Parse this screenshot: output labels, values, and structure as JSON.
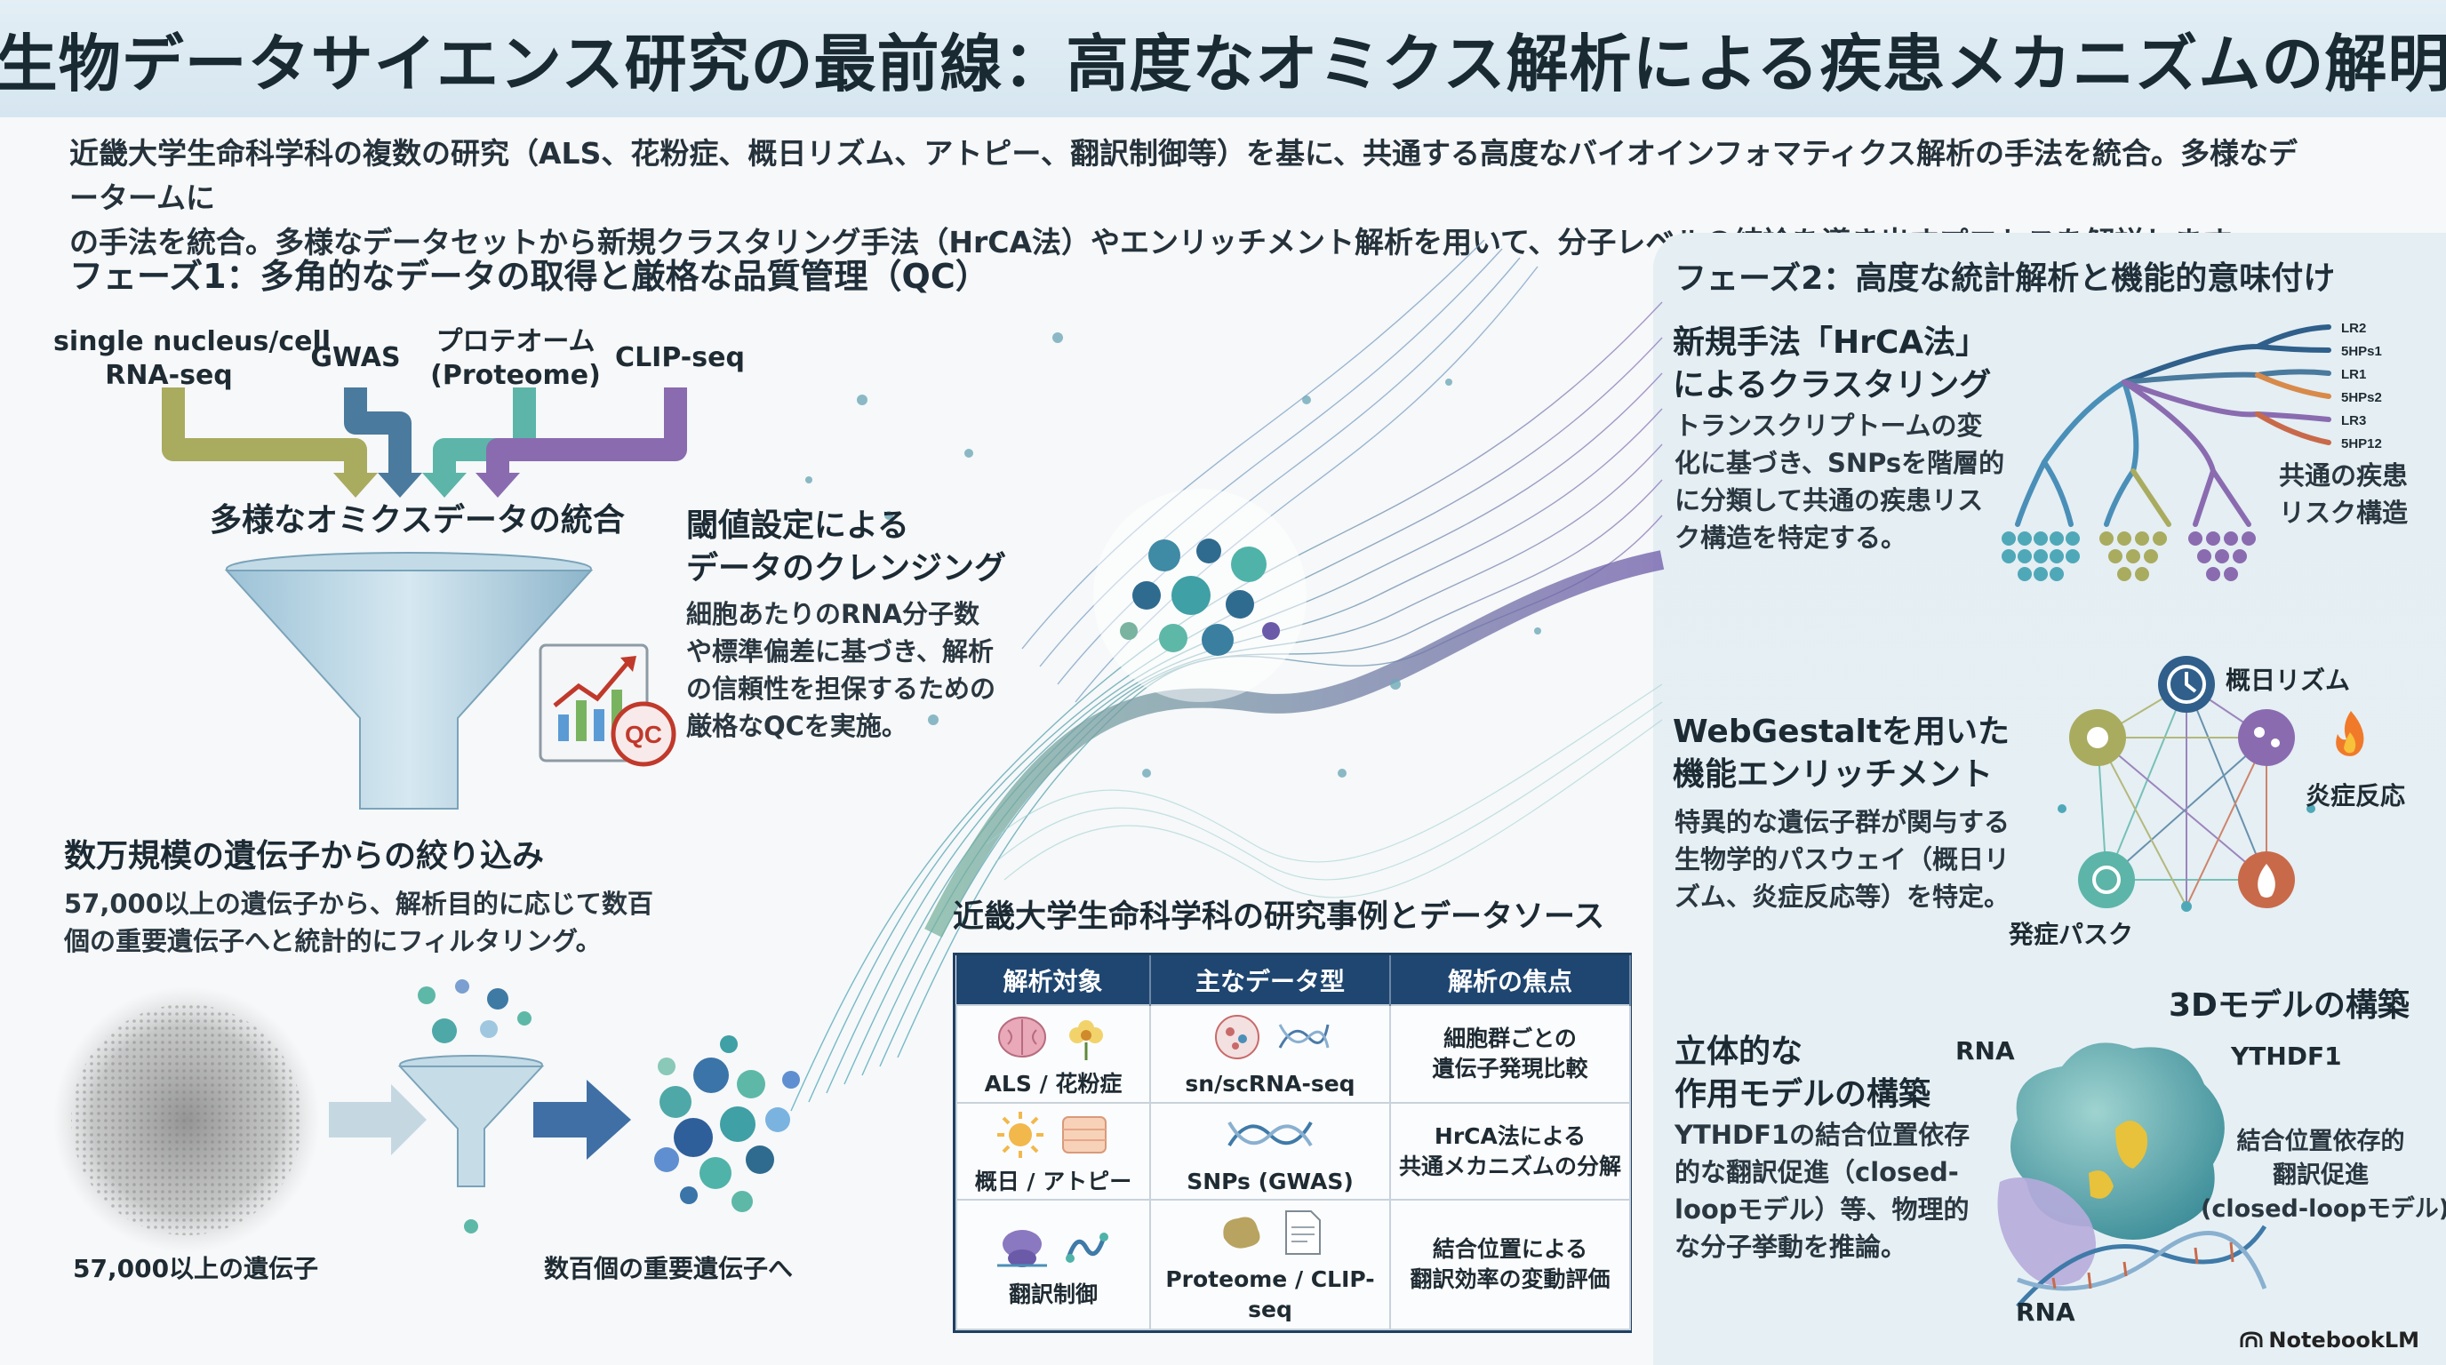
{
  "title": "生物データサイエンス研究の最前線：高度なオミクス解析による疾患メカニズムの解明",
  "intro": {
    "line1": "近畿大学生命科学科の複数の研究（ALS、花粉症、概日リズム、アトピー、翻訳制御等）を基に、共通する高度なバイオインフォマティクス解析の手法を統合。多様なデータームに",
    "line2": "の手法を統合。多様なデータセットから新規クラスタリング手法（HrCA法）やエンリッチメント解析を用いて、分子レベルの結論を導き出すプロセスを解説します。"
  },
  "phase1": {
    "heading": "フェーズ1：多角的なデータの取得と厳格な品質管理（QC）",
    "sources": [
      {
        "line1": "single nucleus/cell",
        "line2": "RNA-seq"
      },
      {
        "line1": "GWAS",
        "line2": ""
      },
      {
        "line1": "プロテオーム",
        "line2": "(Proteome)"
      },
      {
        "line1": "CLIP-seq",
        "line2": ""
      }
    ],
    "funnel_label": "多様なオミクスデータの統合",
    "qc_badge": "QC",
    "cleansing": {
      "heading_line1": "閾値設定による",
      "heading_line2": "データのクレンジング",
      "body": [
        "細胞あたりのRNA分子数",
        "や標準偏差に基づき、解析",
        "の信頼性を担保するための",
        "厳格なQCを実施。"
      ]
    },
    "narrowing": {
      "heading": "数万規模の遺伝子からの絞り込み",
      "body": [
        "57,000以上の遺伝子から、解析目的に応じて数百",
        "個の重要遺伝子へと統計的にフィルタリング。"
      ]
    },
    "label_many": "57,000以上の遺伝子",
    "label_few": "数百個の重要遺伝子へ"
  },
  "table": {
    "title": "近畿大学生命科学科の研究事例とデータソース",
    "headers": [
      "解析対象",
      "主なデータ型",
      "解析の焦点"
    ],
    "rows": [
      {
        "target": "ALS / 花粉症",
        "data": "sn/scRNA-seq",
        "focus_line1": "細胞群ごとの",
        "focus_line2": "遺伝子発現比較"
      },
      {
        "target": "概日 / アトピー",
        "data": "SNPs (GWAS)",
        "focus_line1": "HrCA法による",
        "focus_line2": "共通メカニズムの分解"
      },
      {
        "target": "翻訳制御",
        "data": "Proteome / CLIP-seq",
        "focus_line1": "結合位置による",
        "focus_line2": "翻訳効率の変動評価"
      }
    ]
  },
  "phase2": {
    "heading": "フェーズ2：高度な統計解析と機能的意味付け",
    "hrca": {
      "heading_line1": "新規手法「HrCA法」",
      "heading_line2": "によるクラスタリング",
      "body": [
        "トランスクリプトームの変",
        "化に基づき、SNPsを階層的",
        "に分類して共通の疾患リス",
        "ク構造を特定する。"
      ],
      "leaf_labels": [
        "LR2",
        "5HPs1",
        "LR1",
        "5HPs2",
        "LR3",
        "5HP12"
      ],
      "tree_label_line1": "共通の疾患",
      "tree_label_line2": "リスク構造"
    },
    "webgestalt": {
      "heading_line1": "WebGestaltを用いた",
      "heading_line2": "機能エンリッチメント",
      "body": [
        "特異的な遺伝子群が関与する",
        "生物学的パスウェイ（概日リ",
        "ズム、炎症反応等）を特定。"
      ],
      "node_labels": [
        "概日リズム",
        "炎症反応",
        "発症パスク"
      ]
    },
    "model3d": {
      "heading_line1": "立体的な",
      "heading_line2": "作用モデルの構築",
      "body": [
        "YTHDF1の結合位置依存",
        "的な翻訳促進（closed-",
        "loopモデル）等、物理的",
        "な分子挙動を推論。"
      ],
      "title": "3Dモデルの構築",
      "label_rna_top": "RNA",
      "label_ythdf1": "YTHDF1",
      "label_rna_bottom": "RNA",
      "annot": [
        "結合位置依存的",
        "翻訳促進",
        "(closed-loopモデル)"
      ]
    }
  },
  "brand": "NotebookLM",
  "colors": {
    "navy": "#1f4670",
    "olive": "#a9ab5f",
    "steel": "#4a7a9d",
    "teal": "#5cb5a8",
    "violet": "#8a6bb0",
    "accent_red": "#c0392b"
  }
}
